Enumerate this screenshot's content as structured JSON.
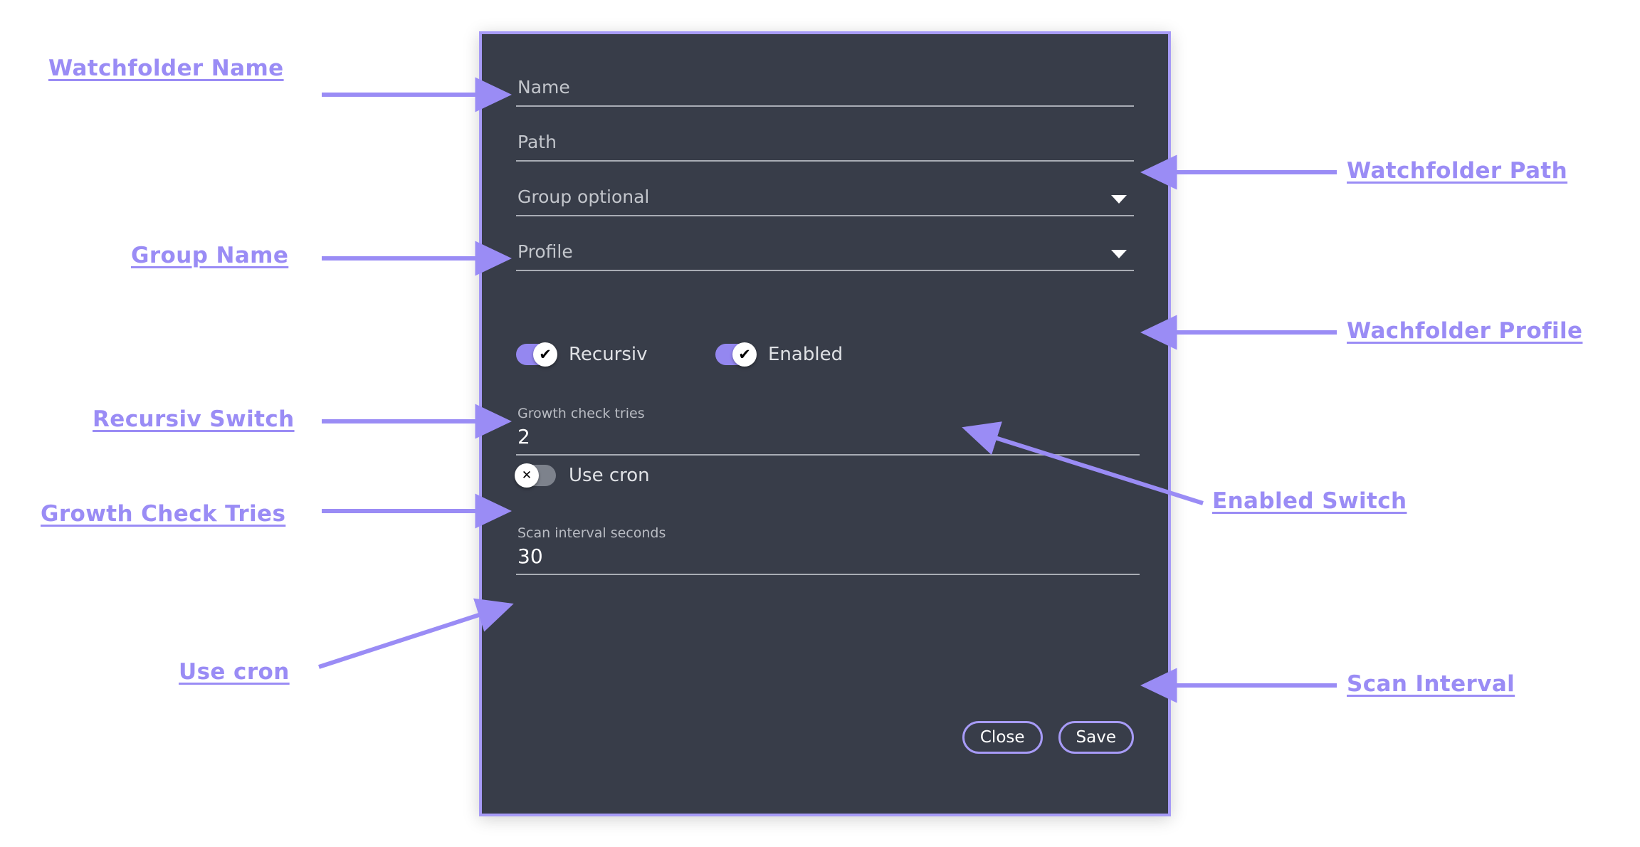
{
  "theme": {
    "accent": "#9a8cf5",
    "dialog_bg": "#383d49",
    "dialog_border": "#a79bf7",
    "page_bg": "#ffffff",
    "toggle_on": "#9487f0",
    "toggle_off": "#7d828c"
  },
  "dialog": {
    "fields": {
      "name": {
        "placeholder": "Name",
        "value": ""
      },
      "path": {
        "placeholder": "Path",
        "value": ""
      },
      "group": {
        "placeholder": "Group optional",
        "value": ""
      },
      "profile": {
        "placeholder": "Profile",
        "value": ""
      },
      "growth_check_tries": {
        "label": "Growth check tries",
        "value": "2"
      },
      "scan_interval_seconds": {
        "label": "Scan interval seconds",
        "value": "30"
      }
    },
    "switches": {
      "recursiv": {
        "label": "Recursiv",
        "state": "on",
        "glyph": "✔"
      },
      "enabled": {
        "label": "Enabled",
        "state": "on",
        "glyph": "✔"
      },
      "use_cron": {
        "label": "Use cron",
        "state": "off",
        "glyph": "✕"
      }
    },
    "buttons": {
      "close": "Close",
      "save": "Save"
    }
  },
  "annotations": {
    "watchfolder_name": "Watchfolder Name",
    "group_name": "Group Name",
    "recursiv_switch": "Recursiv Switch",
    "growth_check_tries": "Growth Check Tries",
    "use_cron": "Use cron",
    "watchfolder_path": "Watchfolder Path",
    "wachfolder_profile": "Wachfolder Profile",
    "enabled_switch": "Enabled Switch",
    "scan_interval": "Scan Interval"
  }
}
